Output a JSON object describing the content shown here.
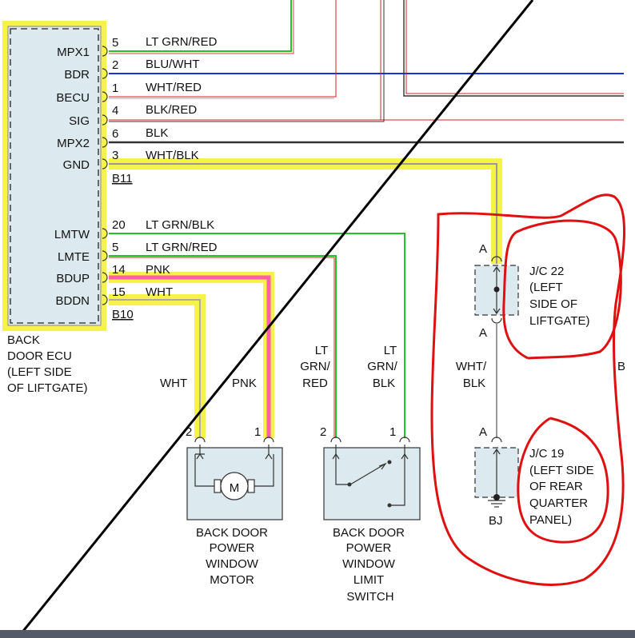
{
  "ecu": {
    "pins": [
      "MPX1",
      "BDR",
      "BECU",
      "SIG",
      "MPX2",
      "GND",
      "LMTW",
      "LMTE",
      "BDUP",
      "BDDN"
    ],
    "connector_top": "B11",
    "connector_bottom": "B10",
    "name_lines": [
      "BACK",
      "DOOR ECU",
      "(LEFT SIDE",
      "OF LIFTGATE)"
    ]
  },
  "wires": [
    {
      "pin_no": "5",
      "color": "LT GRN/RED"
    },
    {
      "pin_no": "2",
      "color": "BLU/WHT"
    },
    {
      "pin_no": "1",
      "color": "WHT/RED"
    },
    {
      "pin_no": "4",
      "color": "BLK/RED"
    },
    {
      "pin_no": "6",
      "color": "BLK"
    },
    {
      "pin_no": "3",
      "color": "WHT/BLK"
    },
    {
      "pin_no": "20",
      "color": "LT GRN/BLK"
    },
    {
      "pin_no": "5",
      "color": "LT GRN/RED"
    },
    {
      "pin_no": "14",
      "color": "PNK"
    },
    {
      "pin_no": "15",
      "color": "WHT"
    }
  ],
  "vertical_labels": {
    "wht": "WHT",
    "pnk": "PNK",
    "lt_grn_red": [
      "LT",
      "GRN/",
      "RED"
    ],
    "lt_grn_blk": [
      "LT",
      "GRN/",
      "BLK"
    ],
    "wht_blk": [
      "WHT/",
      "BLK"
    ]
  },
  "motor": {
    "pins": [
      "2",
      "1"
    ],
    "symbol": "M",
    "name_lines": [
      "BACK DOOR",
      "POWER",
      "WINDOW",
      "MOTOR"
    ]
  },
  "limit_switch": {
    "pins": [
      "2",
      "1"
    ],
    "name_lines": [
      "BACK DOOR",
      "POWER",
      "WINDOW",
      "LIMIT",
      "SWITCH"
    ]
  },
  "jc22": {
    "pin_top": "A",
    "pin_bottom": "A",
    "name_lines": [
      "J/C 22",
      "(LEFT",
      "SIDE OF",
      "LIFTGATE)"
    ]
  },
  "jc19": {
    "pin_top": "A",
    "ground": "BJ",
    "name_lines": [
      "J/C 19",
      "(LEFT SIDE",
      "OF REAR",
      "QUARTER",
      "PANEL)"
    ]
  },
  "edge_letter": "B",
  "colors": {
    "highlight": "#f7f24a",
    "ecu_fill": "#dceaf0",
    "component_fill": "#dce9ef",
    "lt_grn": "#22c322",
    "blu": "#1a2fe0",
    "red": "#d42020",
    "blk": "#333333",
    "pnk": "#ff5fa8",
    "annotation": "#e01010"
  }
}
